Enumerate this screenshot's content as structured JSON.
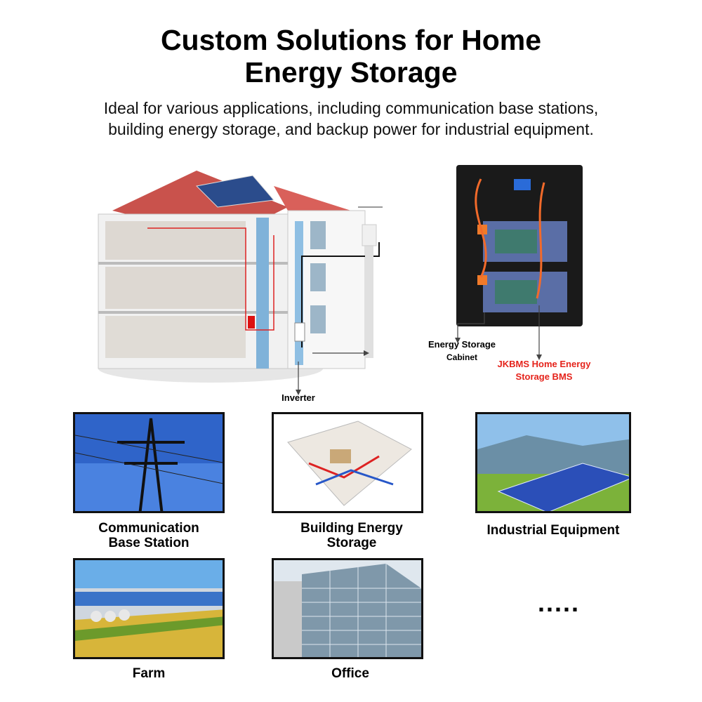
{
  "header": {
    "title_line1": "Custom Solutions for Home",
    "title_line2": "Energy Storage",
    "subtitle_line1": "Ideal for various applications, including communication base stations,",
    "subtitle_line2": "building energy storage, and backup power for industrial equipment."
  },
  "hero": {
    "label_inverter": "Inverter",
    "label_cabinet_line1": "Energy Storage",
    "label_cabinet_line2": "Cabinet",
    "label_bms_line1": "JKBMS Home Energy",
    "label_bms_line2": "Storage BMS",
    "bms_label_color": "#e5231b"
  },
  "applications": [
    {
      "caption_line1": "Communication",
      "caption_line2": "Base Station",
      "icon": "power-tower-image"
    },
    {
      "caption_line1": "Building Energy",
      "caption_line2": "Storage",
      "icon": "building-floorplan-image"
    },
    {
      "caption_line1": "Industrial Equipment",
      "caption_line2": "",
      "icon": "solar-panels-image"
    },
    {
      "caption_line1": "Farm",
      "caption_line2": "",
      "icon": "farm-image"
    },
    {
      "caption_line1": "Office",
      "caption_line2": "",
      "icon": "office-building-image"
    }
  ],
  "more": "....."
}
